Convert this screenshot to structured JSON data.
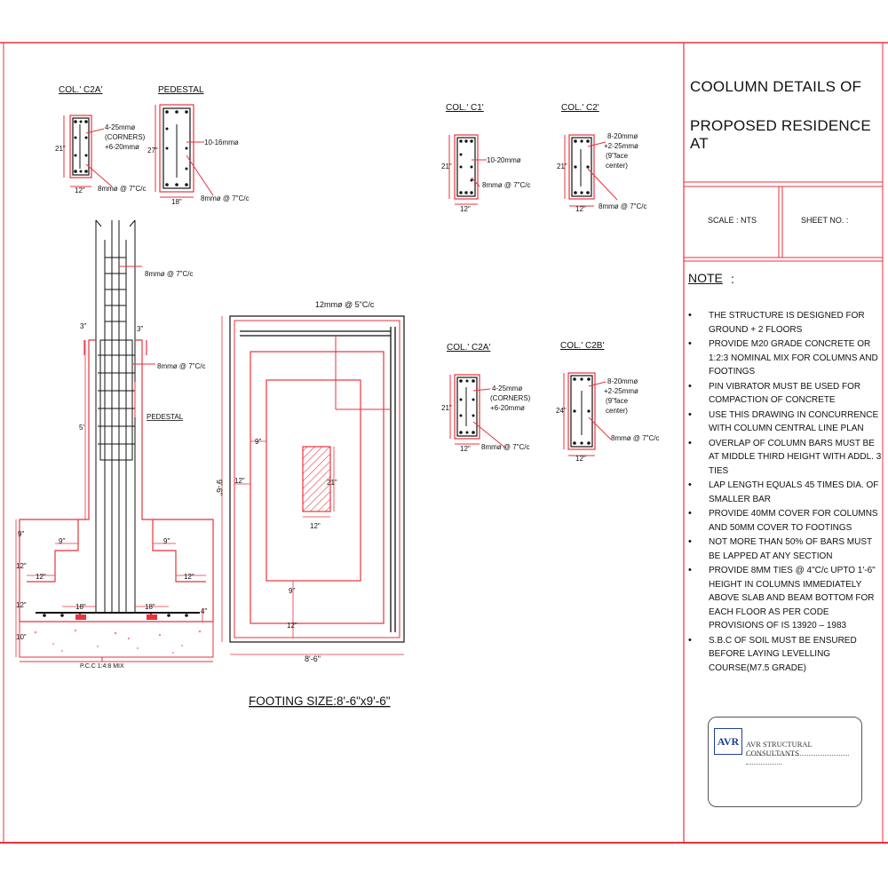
{
  "title_block": {
    "title_line1": "COOLUMN DETAILS OF",
    "title_line2": "PROPOSED RESIDENCE  AT",
    "scale_label": "SCALE : NTS",
    "sheet_label": "SHEET NO. :",
    "note_heading": "NOTE",
    "note_colon": ":",
    "notes": [
      "THE STRUCTURE IS DESIGNED FOR GROUND + 2 FLOORS",
      "PROVIDE M20 GRADE CONCRETE OR 1:2:3 NOMINAL MIX FOR COLUMNS AND FOOTINGS",
      "PIN VIBRATOR MUST BE USED FOR COMPACTION OF CONCRETE",
      "USE THIS DRAWING IN CONCURRENCE WITH COLUMN CENTRAL LINE PLAN",
      "OVERLAP OF COLUMN BARS MUST BE AT MIDDLE THIRD HEIGHT WITH ADDL. 3 TIES",
      "LAP LENGTH EQUALS 45 TIMES DIA. OF SMALLER BAR",
      "PROVIDE 40MM COVER FOR COLUMNS AND 50MM COVER TO FOOTINGS",
      "NOT MORE THAN 50% OF BARS MUST BE LAPPED AT ANY SECTION",
      "PROVIDE 8MM TIES @ 4\"C/c UPTO 1'-6\" HEIGHT IN COLUMNS IMMEDIATELY ABOVE SLAB AND BEAM BOTTOM FOR EACH FLOOR AS PER CODE PROVISIONS OF IS 13920 – 1983",
      "S.B.C OF SOIL MUST BE ENSURED BEFORE LAYING LEVELLING COURSE(M7.5 GRADE)"
    ],
    "logo_mark": "AVR",
    "firm_name": "AVR  STRUCTURAL CONSULTANTS"
  },
  "sections": {
    "c2a_top": {
      "title": "COL.' C2A'",
      "bars": "4-25mmø",
      "bars_note": "(CORNERS)",
      "bars2": "+6-20mmø",
      "height": "21\"",
      "width": "12\"",
      "ties": "8mmø @ 7\"C/c"
    },
    "pedestal": {
      "title": "PEDESTAL",
      "bars": "10-16mmø",
      "height": "27\"",
      "width": "18\"",
      "ties": "8mmø @ 7\"C/c"
    },
    "c1": {
      "title": "COL.' C1'",
      "bars": "10-20mmø",
      "height": "21\"",
      "width": "12\"",
      "ties": "8mmø @ 7\"C/c"
    },
    "c2_top": {
      "title": "COL.' C2'",
      "bars": "8-20mmø",
      "bars2": "+2-25mmø",
      "bars_note": "(9\"face",
      "bars_note2": "center)",
      "height": "21\"",
      "width": "12\"",
      "ties": "8mmø @ 7\"C/c"
    },
    "c2a_mid": {
      "title": "COL.' C2A'",
      "bars": "4-25mmø",
      "bars_note": "(CORNERS)",
      "bars2": "+6-20mmø",
      "height": "21\"",
      "width": "12\"",
      "ties": "8mmø @ 7\"C/c"
    },
    "c2b": {
      "title": "COL.' C2B'",
      "bars": "8-20mmø",
      "bars2": "+2-25mmø",
      "bars_note": "(9\"face",
      "bars_note2": "center)",
      "height": "24\"",
      "width": "12\"",
      "ties": "8mmø @ 7\"C/c"
    }
  },
  "elevation": {
    "ties_upper": "8mmø @ 7\"C/c",
    "ties_lower": "8mmø @ 7\"C/c",
    "pedestal_label": "PEDESTAL",
    "dim_offset_left": "3\"",
    "dim_offset_right": "3\"",
    "dim_height": "5'",
    "dim_step1": "9\"",
    "dim_step2": "12\"",
    "dim_step3": "12\"",
    "dim_pcc": "10\"",
    "dim_offset_9_left": "9\"",
    "dim_offset_9_right": "9\"",
    "dim_offset_12_left": "12\"",
    "dim_offset_12_right": "12\"",
    "dim_base_left": "18\"",
    "dim_base_right": "18\"",
    "dim_cover": "4\"",
    "pcc_label": "P.C.C 1:4:8 MIX"
  },
  "plan": {
    "mesh_label": "12mmø @ 5\"C/c",
    "dim_total_height": "9'-6\"",
    "dim_total_width": "8'-6\"",
    "dim_offset_left_12": "12\"",
    "dim_offset_left_9": "9\"",
    "dim_offset_bottom_9": "9\"",
    "dim_offset_bottom_12": "12\"",
    "col_height": "21\"",
    "col_width": "12\"",
    "caption": "FOOTING   SIZE:8'-6\"x9'-6\""
  },
  "colors": {
    "frame": "#e8323c",
    "linework": "#111111",
    "hatch": "#e8323c"
  }
}
